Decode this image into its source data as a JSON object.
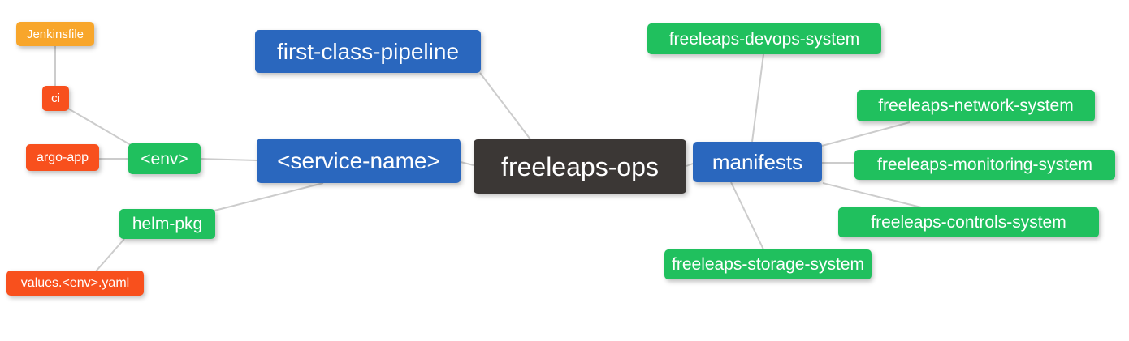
{
  "diagram": {
    "type": "mindmap",
    "title": "freeleaps-ops repository structure mind map",
    "root": "freeleaps_ops",
    "nodes": {
      "jenkinsfile": {
        "label": "Jenkinsfile"
      },
      "ci": {
        "label": "ci"
      },
      "argo_app": {
        "label": "argo-app"
      },
      "env": {
        "label": "<env>"
      },
      "helm_pkg": {
        "label": "helm-pkg"
      },
      "values_yaml": {
        "label": "values.<env>.yaml"
      },
      "service_name": {
        "label": "<service-name>"
      },
      "first_class_pipeline": {
        "label": "first-class-pipeline"
      },
      "freeleaps_ops": {
        "label": "freeleaps-ops"
      },
      "manifests": {
        "label": "manifests"
      },
      "devops_system": {
        "label": "freeleaps-devops-system"
      },
      "network_system": {
        "label": "freeleaps-network-system"
      },
      "monitoring_system": {
        "label": "freeleaps-monitoring-system"
      },
      "controls_system": {
        "label": "freeleaps-controls-system"
      },
      "storage_system": {
        "label": "freeleaps-storage-system"
      }
    },
    "edges": [
      [
        "jenkinsfile",
        "ci"
      ],
      [
        "ci",
        "env"
      ],
      [
        "argo_app",
        "env"
      ],
      [
        "env",
        "service_name"
      ],
      [
        "service_name",
        "helm_pkg"
      ],
      [
        "helm_pkg",
        "values_yaml"
      ],
      [
        "service_name",
        "freeleaps_ops"
      ],
      [
        "first_class_pipeline",
        "freeleaps_ops"
      ],
      [
        "freeleaps_ops",
        "manifests"
      ],
      [
        "manifests",
        "devops_system"
      ],
      [
        "manifests",
        "network_system"
      ],
      [
        "manifests",
        "monitoring_system"
      ],
      [
        "manifests",
        "controls_system"
      ],
      [
        "manifests",
        "storage_system"
      ]
    ],
    "colors": {
      "root_bg": "#3B3735",
      "branch_blue_bg": "#2A67BE",
      "branch_green_bg": "#20C05E",
      "leaf_orange_bg": "#F8A62B",
      "leaf_red_bg": "#F8501D",
      "edge": "#CCCCCC",
      "text": "#FFFFFF",
      "background": "#FFFFFF"
    }
  }
}
